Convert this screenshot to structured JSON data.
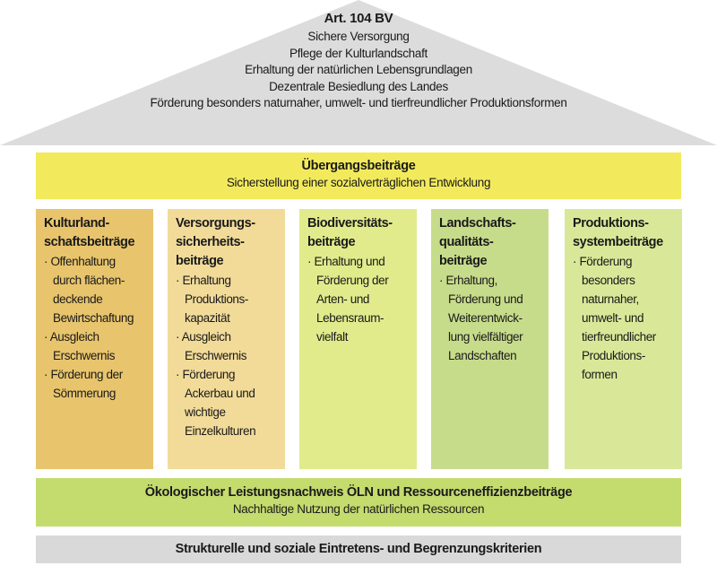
{
  "roof": {
    "title": "Art. 104 BV",
    "lines": [
      "Sichere Versorgung",
      "Pflege der Kulturlandschaft",
      "Erhaltung der natürlichen Lebensgrundlagen",
      "Dezentrale Besiedlung des Landes",
      "Förderung besonders naturnaher, umwelt- und tierfreundlicher Produktionsformen"
    ]
  },
  "transition": {
    "title": "Übergangsbeiträge",
    "subtitle": "Sicherstellung einer sozialverträglichen Entwicklung"
  },
  "columns": [
    {
      "title": [
        "Kulturland-",
        "schaftsbeiträge"
      ],
      "lines": [
        "· Offenhaltung",
        "durch flächen-",
        "deckende",
        "Bewirtschaftung",
        "· Ausgleich",
        "Erschwernis",
        "· Förderung der",
        "Sömmerung"
      ]
    },
    {
      "title": [
        "Versorgungs-",
        "sicherheits-",
        "beiträge"
      ],
      "lines": [
        "· Erhaltung",
        "Produktions-",
        "kapazität",
        "· Ausgleich",
        "Erschwernis",
        "· Förderung",
        "Ackerbau und",
        "wichtige",
        "Einzelkulturen"
      ]
    },
    {
      "title": [
        "Biodiversitäts-",
        "beiträge"
      ],
      "lines": [
        "· Erhaltung und",
        "Förderung der",
        "Arten- und",
        "Lebensraum-",
        "vielfalt"
      ]
    },
    {
      "title": [
        "Landschafts-",
        "qualitäts-",
        "beiträge"
      ],
      "lines": [
        "· Erhaltung,",
        "Förderung und",
        "Weiterentwick-",
        "lung vielfältiger",
        "Landschaften"
      ]
    },
    {
      "title": [
        "Produktions-",
        "systembeiträge"
      ],
      "lines": [
        "· Förderung",
        "besonders",
        "naturnaher,",
        "umwelt- und",
        "tierfreundlicher",
        "Produktions-",
        "formen"
      ]
    }
  ],
  "oeln": {
    "title": "Ökologischer Leistungsnachweis ÖLN und Ressourceneffizienzbeiträge",
    "subtitle": "Nachhaltige Nutzung der natürlichen Ressourcen"
  },
  "base": {
    "title": "Strukturelle und soziale Eintretens- und Begrenzungskriterien"
  },
  "colors": {
    "roof": "#dcdcdc",
    "transition": "#f2ea5c",
    "col1": "#e8c46c",
    "col2": "#f2db98",
    "col3": "#e1eb8c",
    "col4": "#c7dc8a",
    "col5": "#d9e898",
    "oeln": "#c4db6e",
    "base": "#d9d9d9"
  }
}
